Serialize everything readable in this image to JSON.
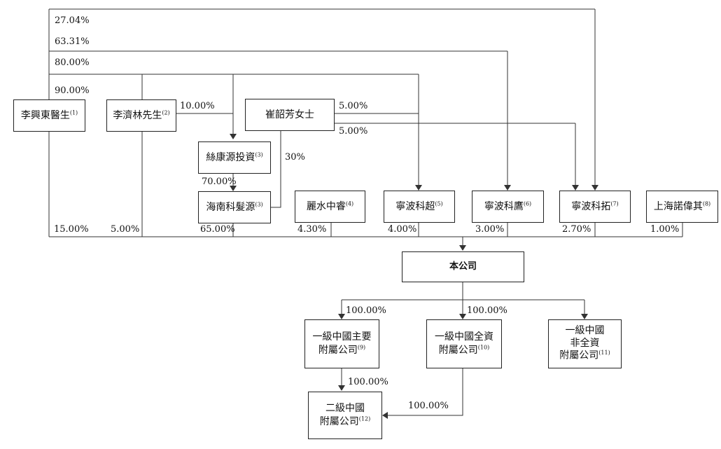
{
  "entities": {
    "li_xingdong": {
      "name": "李興東醫生",
      "note": "(1)"
    },
    "li_jilin": {
      "name": "李濟林先生",
      "note": "(2)"
    },
    "cui_shaofang": {
      "name": "崔韶芳女士"
    },
    "sikang": {
      "name": "絲康源投資",
      "note": "(3)"
    },
    "hainan": {
      "name": "海南科髮源",
      "note": "(3)"
    },
    "lishui": {
      "name": "麗水中睿",
      "note": "(4)"
    },
    "ningbo_chao": {
      "name": "寧波科超",
      "note": "(5)"
    },
    "ningbo_ying": {
      "name": "寧波科鷹",
      "note": "(6)"
    },
    "ningbo_tuo": {
      "name": "寧波科拓",
      "note": "(7)"
    },
    "shanghai": {
      "name": "上海諾偉其",
      "note": "(8)"
    },
    "company": {
      "name": "本公司"
    },
    "sub_major": {
      "line1": "一級中國主要",
      "line2": "附屬公司",
      "note": "(9)"
    },
    "sub_wholly": {
      "line1": "一級中國全資",
      "line2": "附屬公司",
      "note": "(10)"
    },
    "sub_nonwholly": {
      "line1": "一級中國",
      "line2": "非全資",
      "line3": "附屬公司",
      "note": "(11)"
    },
    "sub_second": {
      "line1": "二級中國",
      "line2": "附屬公司",
      "note": "(12)"
    }
  },
  "percentages": {
    "top_2704": "27.04%",
    "top_6331": "63.31%",
    "top_8000": "80.00%",
    "top_9000": "90.00%",
    "li_jilin_to_sikang": "10.00%",
    "cui_to_chao": "5.00%",
    "cui_to_tuo": "5.00%",
    "cui_to_hainan": "30%",
    "sikang_to_hainan": "70.00%",
    "holder_li_xingdong": "15.00%",
    "holder_li_jilin": "5.00%",
    "holder_hainan": "65.00%",
    "holder_lishui": "4.30%",
    "holder_chao": "4.00%",
    "holder_ying": "3.00%",
    "holder_tuo": "2.70%",
    "holder_shanghai": "1.00%",
    "company_to_major": "100.00%",
    "company_to_wholly": "100.00%",
    "major_to_second": "100.00%",
    "wholly_to_second": "100.00%"
  }
}
